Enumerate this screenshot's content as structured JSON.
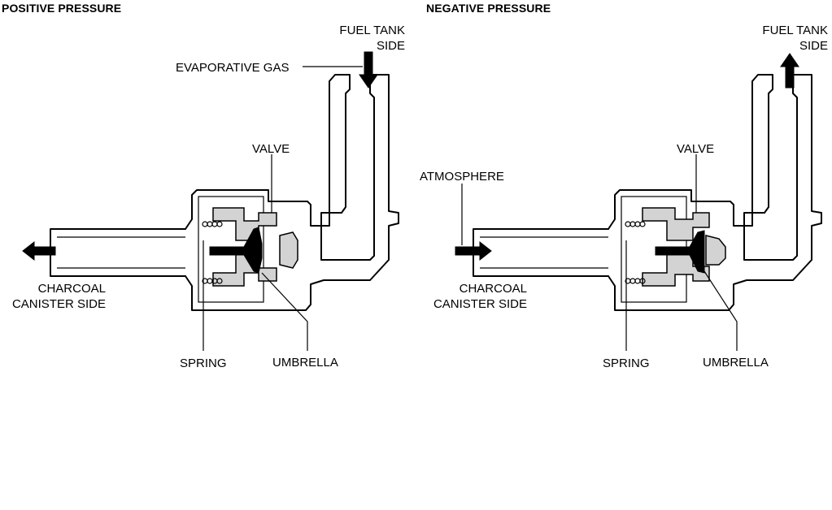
{
  "panels": [
    {
      "title": "POSITIVE PRESSURE",
      "labels": {
        "fuel_tank_side_1": "FUEL TANK",
        "fuel_tank_side_2": "SIDE",
        "evaporative_gas": "EVAPORATIVE GAS",
        "valve": "VALVE",
        "charcoal_1": "CHARCOAL",
        "charcoal_2": "CANISTER SIDE",
        "spring": "SPRING",
        "umbrella": "UMBRELLA"
      }
    },
    {
      "title": "NEGATIVE PRESSURE",
      "labels": {
        "fuel_tank_side_1": "FUEL TANK",
        "fuel_tank_side_2": "SIDE",
        "atmosphere": "ATMOSPHERE",
        "valve": "VALVE",
        "charcoal_1": "CHARCOAL",
        "charcoal_2": "CANISTER SIDE",
        "spring": "SPRING",
        "umbrella": "UMBRELLA"
      }
    }
  ]
}
